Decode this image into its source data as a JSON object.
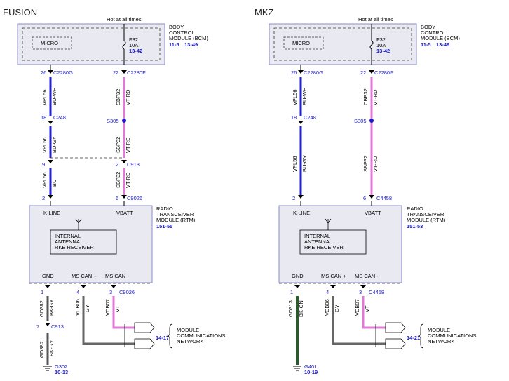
{
  "colors": {
    "accent_blue": "#1a1acc",
    "wire_blue": "#2222cc",
    "wire_violet": "#e07ad6",
    "wire_dark_green": "#2d5a2d",
    "wire_gray": "#666666",
    "wire_black": "#222222",
    "box_bg": "#e9e9f2",
    "box_border": "#8a8ac8"
  },
  "fusion": {
    "title": "FUSION",
    "hot": "Hot at all times",
    "micro": "MICRO",
    "fuse": "F32",
    "fuse_amp": "10A",
    "fuse_ref": "13-42",
    "bcm": [
      "BODY",
      "CONTROL",
      "MODULE (BCM)"
    ],
    "bcm_ref_a": "11-5",
    "bcm_ref_b": "13-49",
    "pin_left_1": "26",
    "conn_left_1": "C2280G",
    "pin_right_1": "22",
    "conn_right_1": "C2280F",
    "circ_left_1": "VPL56",
    "color_left_1": "BU-WH",
    "circ_right_1": "SBP32",
    "color_right_1": "VT-RD",
    "pin_left_2": "18",
    "conn_left_2": "C248",
    "splice": "S305",
    "circ_left_2": "VPL56",
    "color_left_2": "BU-GY",
    "circ_right_2": "SBP32",
    "color_right_2": "VT-RD",
    "pin_left_3": "9",
    "pin_right_3": "2",
    "conn_3": "C913",
    "circ_left_3": "VPL56",
    "color_left_3": "BU",
    "circ_right_3": "SBP32",
    "color_right_3": "VT-RD",
    "pin_left_4": "2",
    "pin_right_4": "6",
    "conn_4": "C9026",
    "rtm": [
      "RADIO",
      "TRANSCEIVER",
      "MODULE (RTM)"
    ],
    "rtm_ref": "151-55",
    "kline": "K-LINE",
    "vbatt": "VBATT",
    "antenna": [
      "INTERNAL",
      "ANTENNA",
      "RKE RECEIVER"
    ],
    "gnd": "GND",
    "mscan_plus": "MS CAN +",
    "mscan_minus": "MS CAN -",
    "bpin_gnd": "1",
    "bpin_plus": "4",
    "bpin_minus": "3",
    "bconn": "C9026",
    "circ_gnd_1": "GD382",
    "color_gnd_1": "BK-GY",
    "circ_plus": "VDB06",
    "color_plus": "GY",
    "circ_minus": "VDB07",
    "color_minus": "VT",
    "gnd_pin_2": "7",
    "gnd_conn_2": "C913",
    "circ_gnd_2": "GD382",
    "color_gnd_2": "BK-GY",
    "ground": "G302",
    "ground_ref": "10-13",
    "network": [
      "MODULE",
      "COMMUNICATIONS",
      "NETWORK"
    ],
    "network_ref": "14-17"
  },
  "mkz": {
    "title": "MKZ",
    "hot": "Hot at all times",
    "micro": "MICRO",
    "fuse": "F32",
    "fuse_amp": "10A",
    "fuse_ref": "13-42",
    "bcm": [
      "BODY",
      "CONTROL",
      "MODULE (BCM)"
    ],
    "bcm_ref_a": "11-5",
    "bcm_ref_b": "13-49",
    "pin_left_1": "26",
    "conn_left_1": "C2280G",
    "pin_right_1": "22",
    "conn_right_1": "C2280F",
    "circ_left_1": "VPL56",
    "color_left_1": "BU-WH",
    "circ_right_1": "CBP32",
    "color_right_1": "VT-RD",
    "pin_left_2": "18",
    "conn_left_2": "C248",
    "splice": "S305",
    "circ_left_2": "VPL56",
    "color_left_2": "BU-GY",
    "circ_right_2": "SBP32",
    "color_right_2": "VT-RD",
    "pin_left_4": "2",
    "pin_right_4": "6",
    "conn_4": "C4458",
    "rtm": [
      "RADIO",
      "TRANSCEIVER",
      "MODULE (RTM)"
    ],
    "rtm_ref": "151-53",
    "kline": "K-LINE",
    "vbatt": "VBATT",
    "antenna": [
      "INTERNAL",
      "ANTENNA",
      "RKE RECEIVER"
    ],
    "gnd": "GND",
    "mscan_plus": "MS CAN +",
    "mscan_minus": "MS CAN -",
    "bpin_gnd": "1",
    "bpin_plus": "4",
    "bpin_minus": "3",
    "bconn": "C4458",
    "circ_gnd_1": "GD313",
    "color_gnd_1": "BK-GN",
    "circ_plus": "VDB06",
    "color_plus": "GY",
    "circ_minus": "VDB07",
    "color_minus": "VT",
    "ground": "G401",
    "ground_ref": "10-19",
    "network": [
      "MODULE",
      "COMMUNICATIONS",
      "NETWORK"
    ],
    "network_ref": "14-21"
  }
}
